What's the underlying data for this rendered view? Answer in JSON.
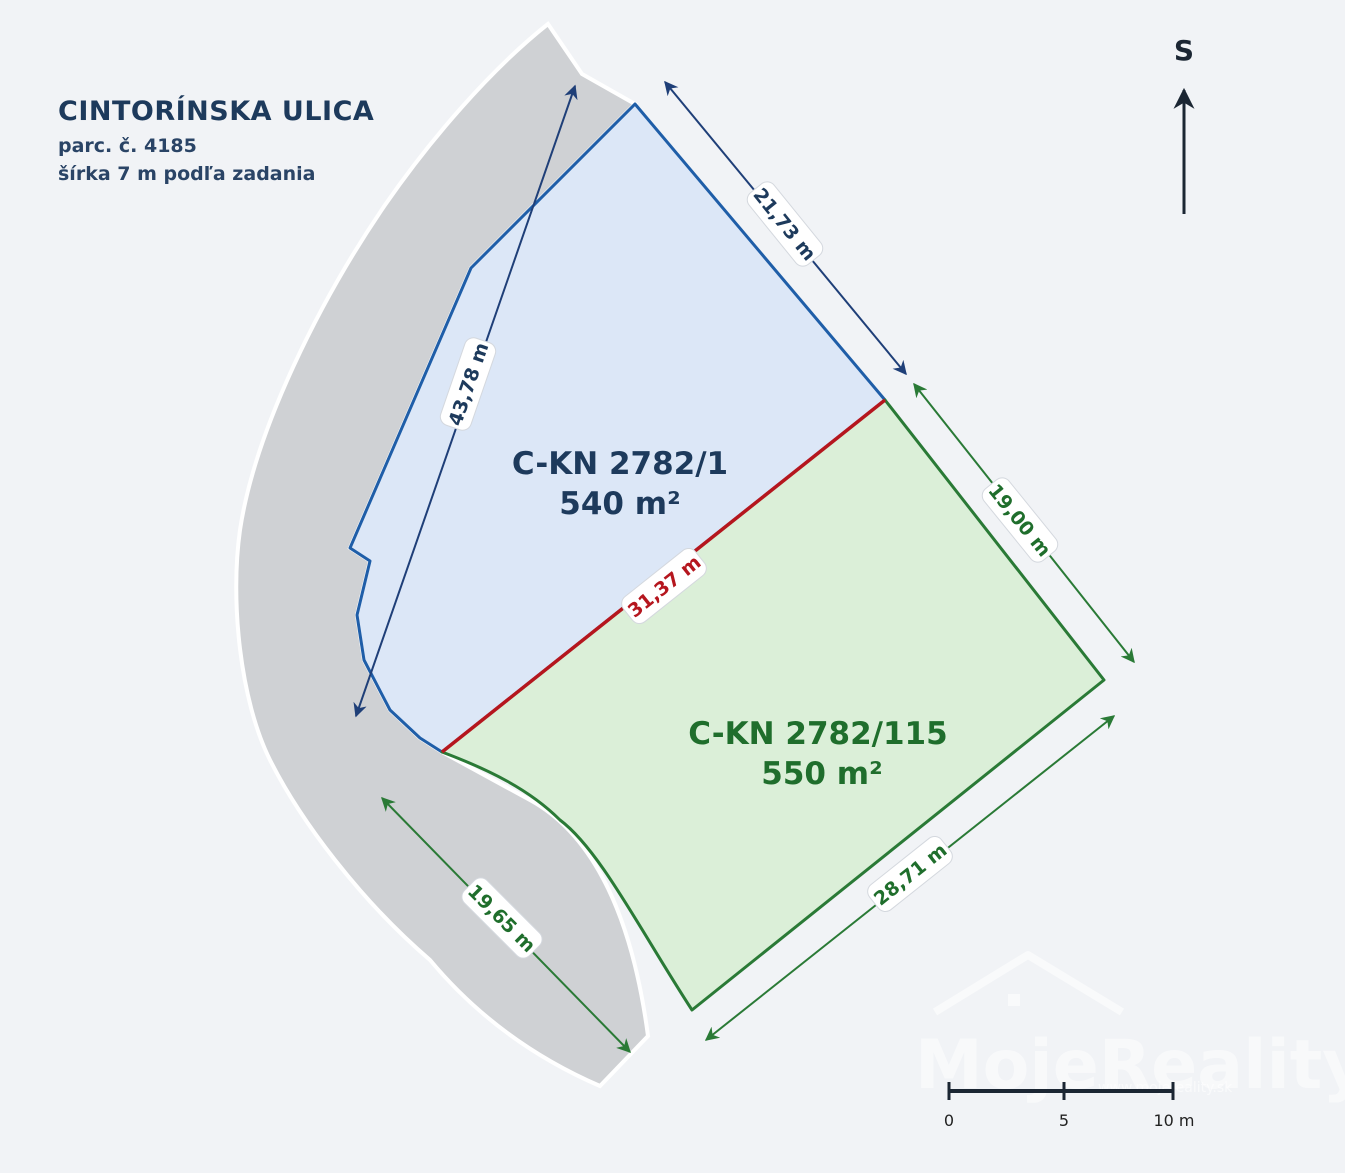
{
  "header": {
    "street": "CINTORÍNSKA ULICA",
    "parcel": "parc. č. 4185",
    "width_note": "šírka 7 m podľa zadania"
  },
  "north": {
    "label": "S"
  },
  "parcels": [
    {
      "id": "C-KN 2782/1",
      "area": "540 m²",
      "fill": "#dce7f7",
      "stroke": "#1f5ea8"
    },
    {
      "id": "C-KN 2782/115",
      "area": "550 m²",
      "fill": "#dbefd8",
      "stroke": "#2a7a36"
    }
  ],
  "dimensions": {
    "d1": "21,73 m",
    "d2": "43,78 m",
    "d3": "31,37 m",
    "d4": "19,00 m",
    "d5": "28,71 m",
    "d6": "19,65 m"
  },
  "colors": {
    "road": "#cfd1d4",
    "blue": "#1f5ea8",
    "green": "#2a7a36",
    "red": "#b5161e",
    "text_blue": "#1d3a5c",
    "text_green": "#1f6e2c"
  },
  "scale": {
    "ticks": [
      "0",
      "5",
      "10 m"
    ]
  },
  "watermark": {
    "brand": "MojeReality",
    "url": "www.mojereality.sk"
  }
}
